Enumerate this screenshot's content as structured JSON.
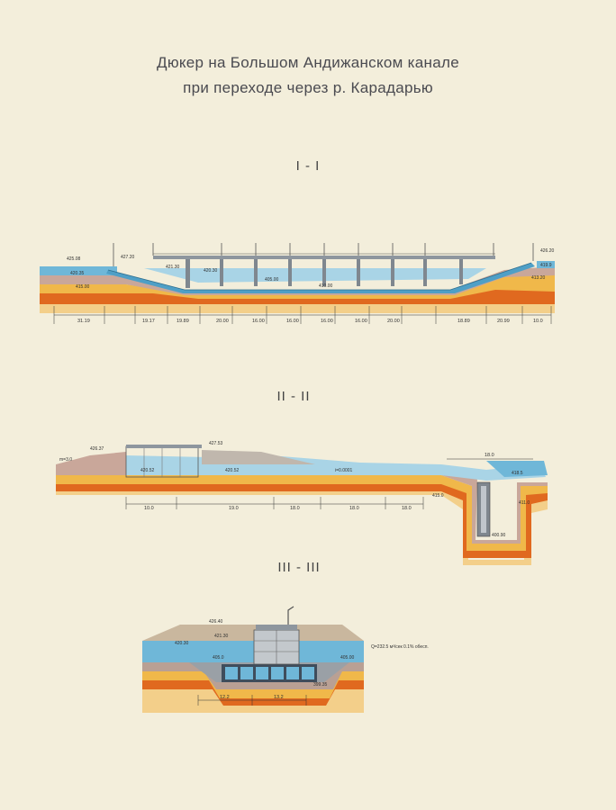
{
  "title": {
    "line1": "Дюкер на Большом  Андижанском канале",
    "line2": "при  переходе через р. Карадарью"
  },
  "colors": {
    "paper": "#f3eedb",
    "water": "#6fb7d8",
    "water_light": "#a9d4e6",
    "ground_top": "#c9a79a",
    "sand": "#f0b84a",
    "clay": "#e0691f",
    "deep": "#f3cf8a",
    "concrete": "#9aa0a6"
  },
  "sections": {
    "s1": {
      "label": "I - I",
      "marks": [
        "425.08",
        "427.20",
        "421.30",
        "420.30",
        "420.35",
        "405.00",
        "410.00",
        "415.00",
        "426.20",
        "413.20",
        "419.9"
      ],
      "dims": [
        "31.19",
        "19.17",
        "19.89",
        "20.00",
        "16.00",
        "16.00",
        "16.00",
        "16.00",
        "20.00",
        "18.89",
        "20.99",
        "10.0"
      ]
    },
    "s2": {
      "label": "II - II",
      "marks": [
        "426.37",
        "427.53",
        "420.52",
        "420.52",
        "418.5",
        "415.0",
        "411.0",
        "400.90",
        "i=0.0001",
        "m=3.0"
      ],
      "dims": [
        "18.0",
        "10.0",
        "19.0",
        "18.0",
        "18.0",
        "18.0"
      ]
    },
    "s3": {
      "label": "III - III",
      "marks": [
        "426.40",
        "421.30",
        "420.30",
        "405.0",
        "405.00",
        "399.35"
      ],
      "dims": [
        "12.2",
        "13.2"
      ],
      "flow": "Q=232.5 м³/сек  0.1% обесп."
    }
  }
}
